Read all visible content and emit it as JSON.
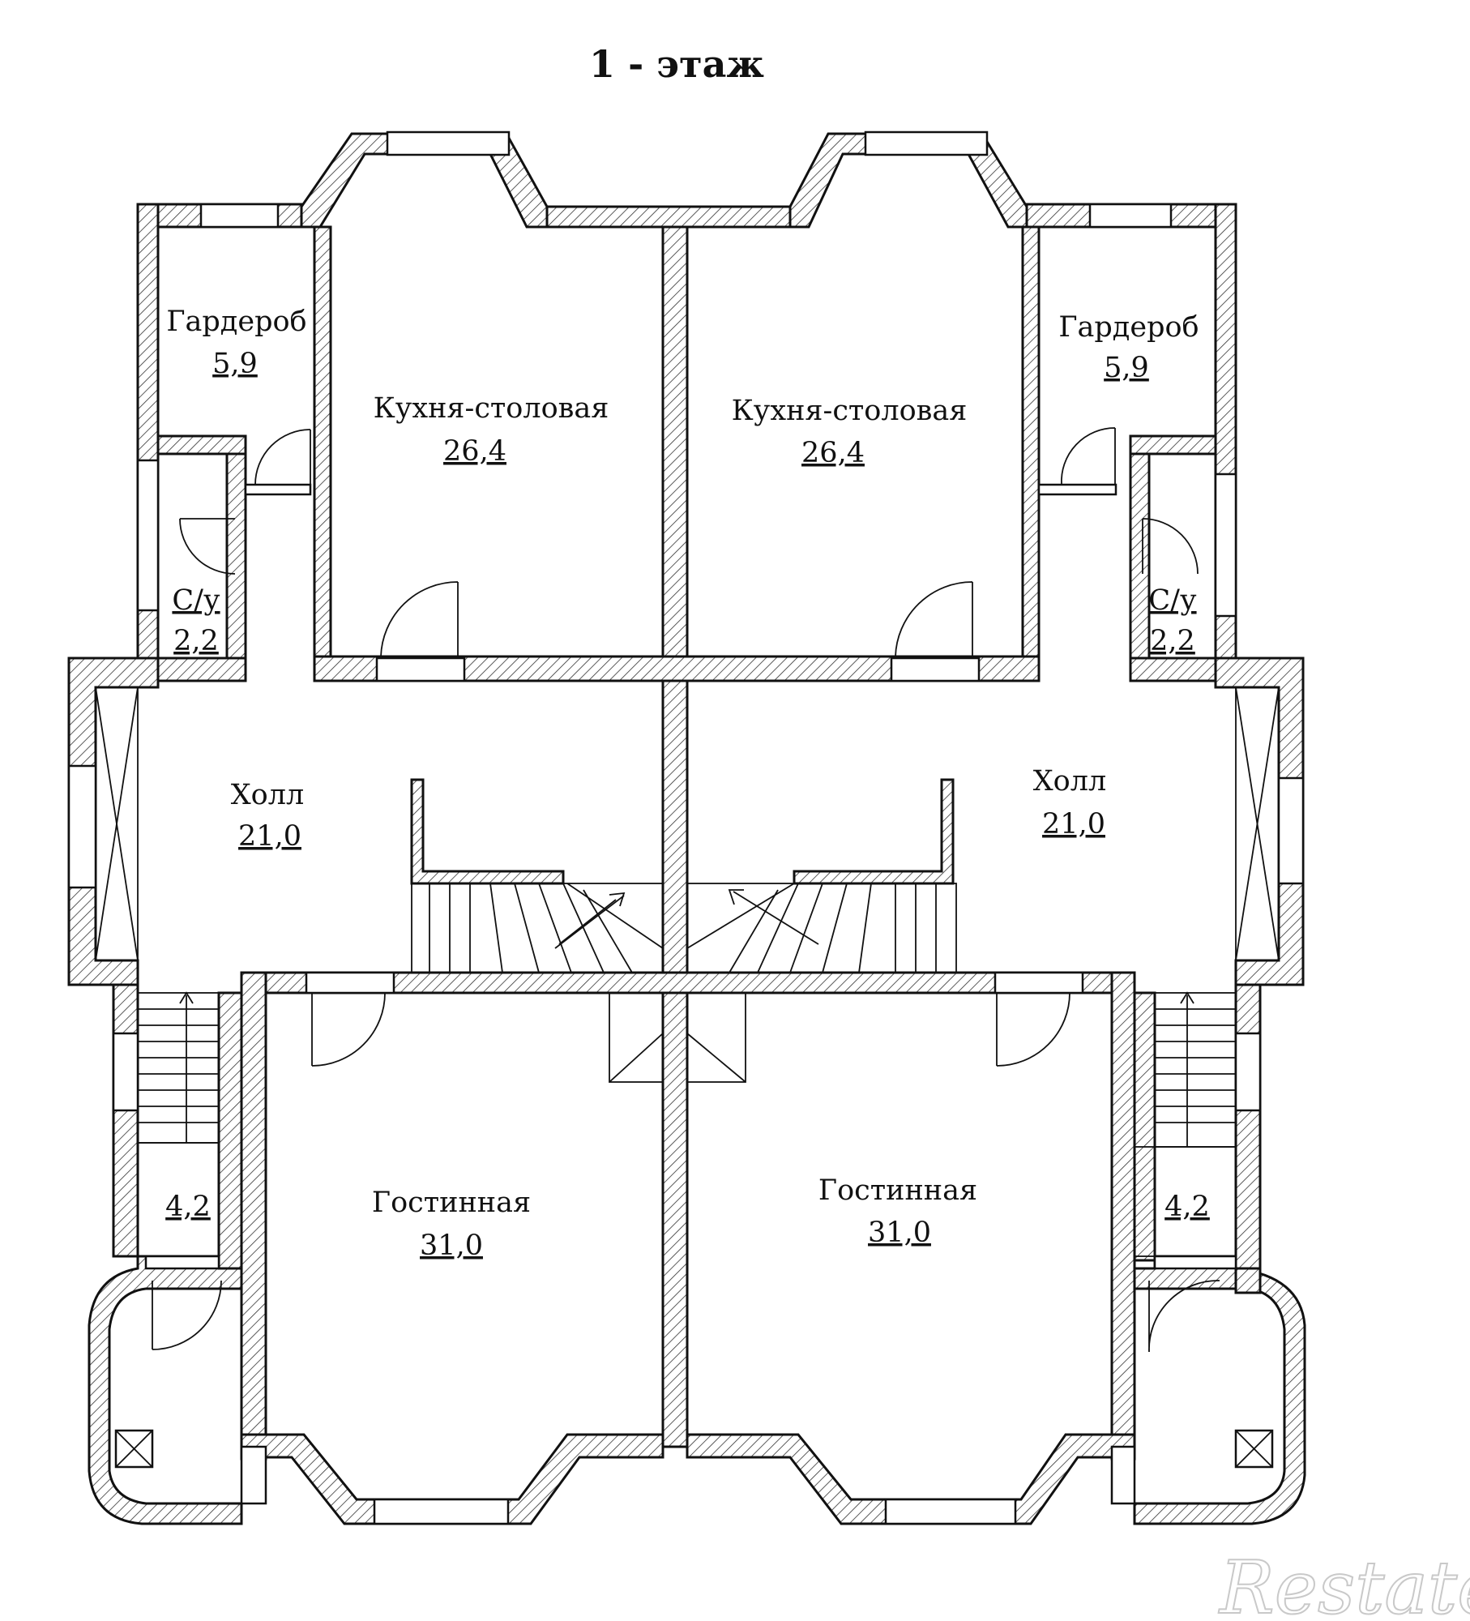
{
  "title": "1 - этаж",
  "watermark": "Restate",
  "rooms": {
    "wardrobe_left": {
      "name": "Гардероб",
      "area": "5,9"
    },
    "wardrobe_right": {
      "name": "Гардероб",
      "area": "5,9"
    },
    "kitchen_left": {
      "name": "Кухня-столовая",
      "area": "26,4"
    },
    "kitchen_right": {
      "name": "Кухня-столовая",
      "area": "26,4"
    },
    "wc_left": {
      "name": "С/у",
      "area": "2,2"
    },
    "wc_right": {
      "name": "С/у",
      "area": "2,2"
    },
    "hall_left": {
      "name": "Холл",
      "area": "21,0"
    },
    "hall_right": {
      "name": "Холл",
      "area": "21,0"
    },
    "vestibule_left": {
      "area": "4,2"
    },
    "vestibule_right": {
      "area": "4,2"
    },
    "living_left": {
      "name": "Гостинная",
      "area": "31,0"
    },
    "living_right": {
      "name": "Гостинная",
      "area": "31,0"
    }
  }
}
